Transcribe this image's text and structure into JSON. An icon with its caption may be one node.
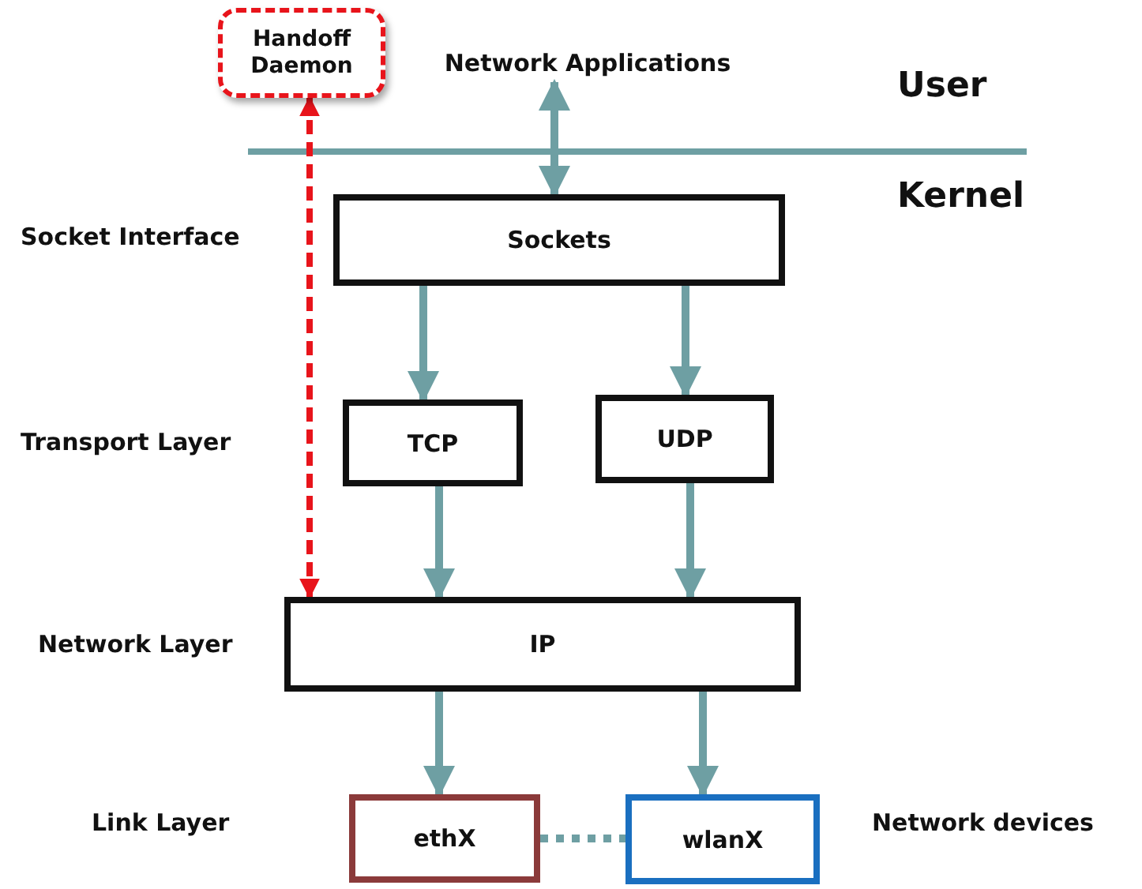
{
  "diagram": {
    "nodes": [
      {
        "text": [
          "Handoff Daemon"
        ]
      },
      {
        "text": [
          "Network Applications"
        ]
      },
      {
        "text": [
          "Sockets"
        ]
      },
      {
        "text": [
          "TCP"
        ]
      },
      {
        "text": [
          "UDP"
        ]
      },
      {
        "text": [
          "IP"
        ]
      },
      {
        "text": [
          "ethX"
        ]
      },
      {
        "text": [
          "wlanX"
        ]
      }
    ],
    "edges": [
      {
        "from": 1,
        "to": 2,
        "arrow": "both"
      },
      {
        "from": 2,
        "to": 3,
        "arrow": "to"
      },
      {
        "from": 2,
        "to": 4,
        "arrow": "to"
      },
      {
        "from": 3,
        "to": 5,
        "arrow": "to"
      },
      {
        "from": 4,
        "to": 5,
        "arrow": "to"
      },
      {
        "from": 5,
        "to": 6,
        "arrow": "to"
      },
      {
        "from": 5,
        "to": 7,
        "arrow": "to"
      },
      {
        "from": 6,
        "to": 7,
        "arrow": "none",
        "style": "dashed"
      },
      {
        "from": 0,
        "to": 5,
        "arrow": "both",
        "style": "dashed",
        "color": "#e8141b"
      }
    ],
    "labels": [
      "User",
      "Kernel",
      "Socket Interface",
      "Transport Layer",
      "Network Layer",
      "Link Layer",
      "Network devices"
    ]
  }
}
